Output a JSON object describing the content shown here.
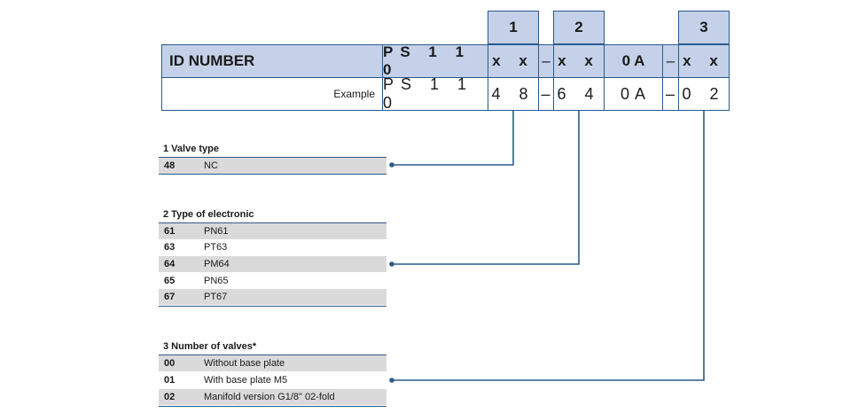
{
  "groups": [
    {
      "number": "1"
    },
    {
      "number": "2"
    },
    {
      "number": "3"
    }
  ],
  "header": {
    "id_label": "ID NUMBER",
    "prefix": "PS 1 1 0",
    "f1": "x x",
    "d1": "–",
    "f2": "x x",
    "f3": "0 A",
    "d2": "–",
    "f4": "x x"
  },
  "example": {
    "label": "Example",
    "prefix": "PS 1 1 0",
    "f1": "4 8",
    "d1": "–",
    "f2": "6 4",
    "f3": "0 A",
    "d2": "–",
    "f4": "0 2"
  },
  "sections": [
    {
      "title": "1 Valve type",
      "rows": [
        {
          "code": "48",
          "desc": "NC"
        }
      ]
    },
    {
      "title": "2 Type of electronic",
      "rows": [
        {
          "code": "61",
          "desc": "PN61"
        },
        {
          "code": "63",
          "desc": "PT63"
        },
        {
          "code": "64",
          "desc": "PM64"
        },
        {
          "code": "65",
          "desc": "PN65"
        },
        {
          "code": "67",
          "desc": "PT67"
        }
      ]
    },
    {
      "title": "3 Number of valves*",
      "rows": [
        {
          "code": "00",
          "desc": "Without base plate"
        },
        {
          "code": "01",
          "desc": "With base plate M5"
        },
        {
          "code": "02",
          "desc": "Manifold version G1/8\" 02-fold"
        }
      ]
    }
  ],
  "colors": {
    "header_fill": "#c4d1e8",
    "border": "#2b5a8c",
    "row_shade": "#dadada"
  }
}
